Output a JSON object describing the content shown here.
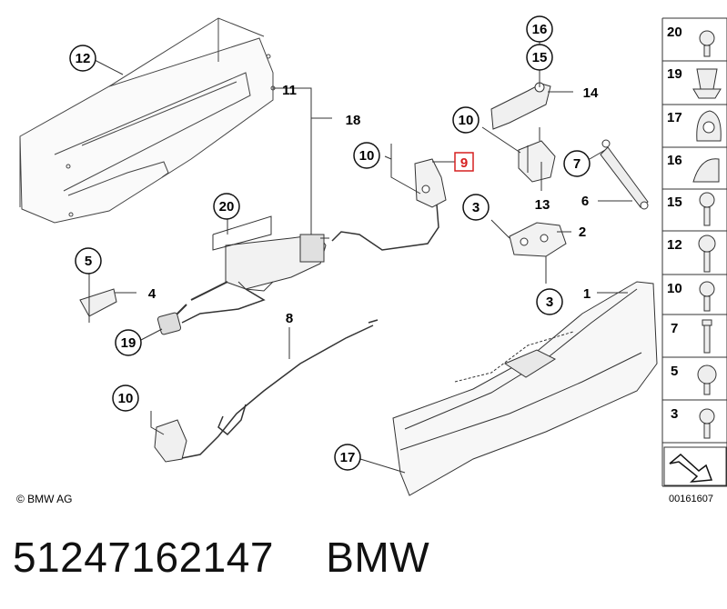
{
  "callouts": {
    "c12": "12",
    "c11": "11",
    "c18": "18",
    "c10a": "10",
    "c9": "9",
    "c16": "16",
    "c15": "15",
    "c14": "14",
    "c10b": "10",
    "c7": "7",
    "c13": "13",
    "c6": "6",
    "c20": "20",
    "c3a": "3",
    "c2": "2",
    "c5": "5",
    "c4": "4",
    "c3b": "3",
    "c1": "1",
    "c19": "19",
    "c8": "8",
    "c10c": "10",
    "c17": "17"
  },
  "fastener_column": [
    "20",
    "19",
    "17",
    "16",
    "15",
    "12",
    "10",
    "7",
    "5",
    "3"
  ],
  "highlight_color": "#d62020",
  "copyright": "© BMW AG",
  "diagram_id": "00161607",
  "caption": {
    "part_number": "51247162147",
    "brand": "BMW"
  }
}
